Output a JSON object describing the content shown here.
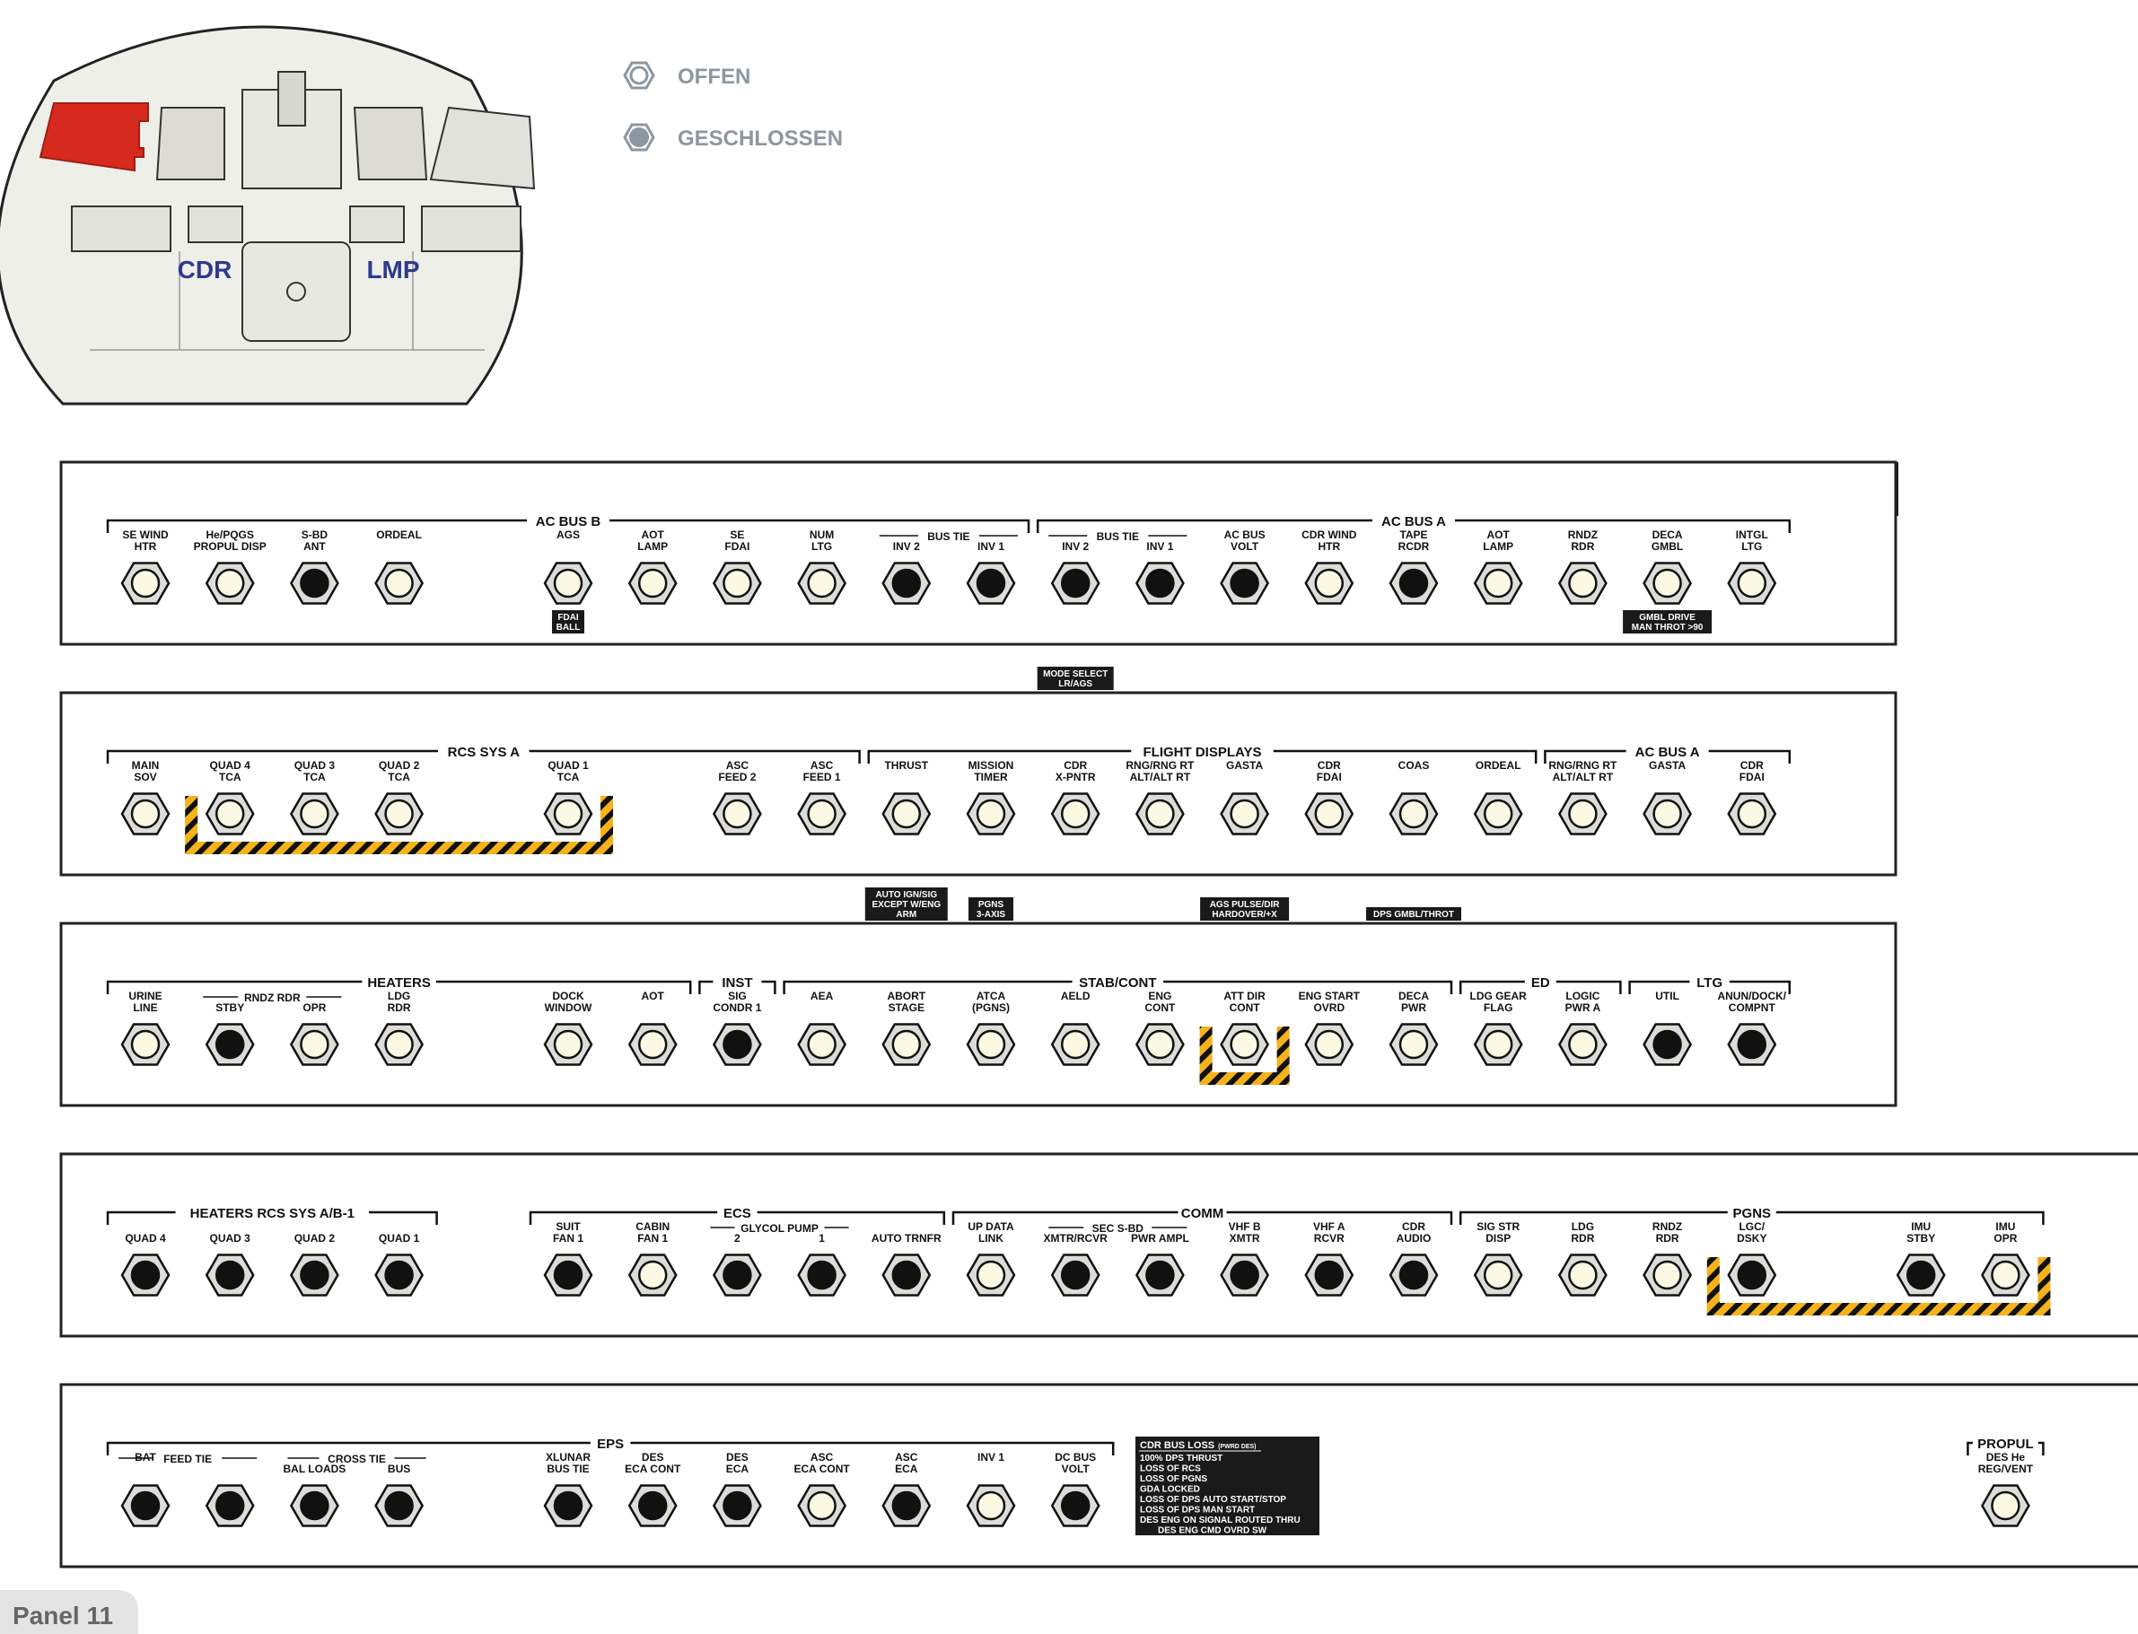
{
  "legend": {
    "open": "OFFEN",
    "closed": "GESCHLOSSEN"
  },
  "cockpit": {
    "cdr": "CDR",
    "lmp": "LMP"
  },
  "panel_number": "11",
  "panel_tag": "Panel 11",
  "rows": [
    {
      "groups": [
        {
          "label": "AC BUS B",
          "from": 0,
          "to": 10
        },
        {
          "label": "AC BUS A",
          "from": 11,
          "to": 19
        }
      ],
      "subgroups": [
        {
          "label": "BUS TIE",
          "from": 9,
          "to": 10
        },
        {
          "label": "BUS TIE",
          "from": 11,
          "to": 12
        }
      ],
      "breakers": [
        {
          "col": 0,
          "l1": "SE WIND",
          "l2": "HTR",
          "state": "open"
        },
        {
          "col": 1,
          "l1": "He/PQGS",
          "l2": "PROPUL DISP",
          "state": "open"
        },
        {
          "col": 2,
          "l1": "S-BD",
          "l2": "ANT",
          "state": "closed"
        },
        {
          "col": 3,
          "l1": "ORDEAL",
          "l2": "",
          "state": "open"
        },
        {
          "col": 5,
          "l1": "AGS",
          "l2": "",
          "state": "open"
        },
        {
          "col": 6,
          "l1": "AOT",
          "l2": "LAMP",
          "state": "open"
        },
        {
          "col": 7,
          "l1": "SE",
          "l2": "FDAI",
          "state": "open"
        },
        {
          "col": 8,
          "l1": "NUM",
          "l2": "LTG",
          "state": "open"
        },
        {
          "col": 9,
          "l1": "",
          "l2": "INV 2",
          "state": "closed"
        },
        {
          "col": 10,
          "l1": "",
          "l2": "INV 1",
          "state": "closed"
        },
        {
          "col": 11,
          "l1": "",
          "l2": "INV 2",
          "state": "closed"
        },
        {
          "col": 12,
          "l1": "",
          "l2": "INV 1",
          "state": "closed"
        },
        {
          "col": 13,
          "l1": "AC BUS",
          "l2": "VOLT",
          "state": "closed"
        },
        {
          "col": 14,
          "l1": "CDR WIND",
          "l2": "HTR",
          "state": "open"
        },
        {
          "col": 15,
          "l1": "TAPE",
          "l2": "RCDR",
          "state": "closed"
        },
        {
          "col": 16,
          "l1": "AOT",
          "l2": "LAMP",
          "state": "open"
        },
        {
          "col": 17,
          "l1": "RNDZ",
          "l2": "RDR",
          "state": "open"
        },
        {
          "col": 18,
          "l1": "DECA",
          "l2": "GMBL",
          "state": "open"
        },
        {
          "col": 19,
          "l1": "INTGL",
          "l2": "LTG",
          "state": "open"
        }
      ],
      "notes": [
        {
          "col": 5,
          "pos": "below",
          "lines": [
            "FDAI",
            "BALL"
          ]
        },
        {
          "col": 18,
          "pos": "below",
          "lines": [
            "GMBL DRIVE",
            "MAN THROT >90"
          ]
        }
      ],
      "hazards": []
    },
    {
      "groups": [
        {
          "label": "RCS SYS A",
          "from": 0,
          "to": 8
        },
        {
          "label": "FLIGHT DISPLAYS",
          "from": 9,
          "to": 16
        },
        {
          "label": "AC BUS A",
          "from": 17,
          "to": 19
        }
      ],
      "subgroups": [],
      "breakers": [
        {
          "col": 0,
          "l1": "MAIN",
          "l2": "SOV",
          "state": "open"
        },
        {
          "col": 1,
          "l1": "QUAD 4",
          "l2": "TCA",
          "state": "open"
        },
        {
          "col": 2,
          "l1": "QUAD 3",
          "l2": "TCA",
          "state": "open"
        },
        {
          "col": 3,
          "l1": "QUAD 2",
          "l2": "TCA",
          "state": "open"
        },
        {
          "col": 5,
          "l1": "QUAD 1",
          "l2": "TCA",
          "state": "open"
        },
        {
          "col": 7,
          "l1": "ASC",
          "l2": "FEED 2",
          "state": "open"
        },
        {
          "col": 8,
          "l1": "ASC",
          "l2": "FEED 1",
          "state": "open"
        },
        {
          "col": 9,
          "l1": "THRUST",
          "l2": "",
          "state": "open"
        },
        {
          "col": 10,
          "l1": "MISSION",
          "l2": "TIMER",
          "state": "open"
        },
        {
          "col": 11,
          "l1": "CDR",
          "l2": "X-PNTR",
          "state": "open"
        },
        {
          "col": 12,
          "l1": "RNG/RNG RT",
          "l2": "ALT/ALT RT",
          "state": "open"
        },
        {
          "col": 13,
          "l1": "GASTA",
          "l2": "",
          "state": "open"
        },
        {
          "col": 14,
          "l1": "CDR",
          "l2": "FDAI",
          "state": "open"
        },
        {
          "col": 15,
          "l1": "COAS",
          "l2": "",
          "state": "open"
        },
        {
          "col": 16,
          "l1": "ORDEAL",
          "l2": "",
          "state": "open"
        },
        {
          "col": 17,
          "l1": "RNG/RNG RT",
          "l2": "ALT/ALT RT",
          "state": "open"
        },
        {
          "col": 18,
          "l1": "GASTA",
          "l2": "",
          "state": "open"
        },
        {
          "col": 19,
          "l1": "CDR",
          "l2": "FDAI",
          "state": "open"
        }
      ],
      "notes": [
        {
          "col": 11,
          "pos": "above",
          "lines": [
            "MODE SELECT",
            "LR/AGS"
          ]
        }
      ],
      "hazards": [
        {
          "from": 1,
          "to": 5
        }
      ]
    },
    {
      "groups": [
        {
          "label": "HEATERS",
          "from": 0,
          "to": 6
        },
        {
          "label": "INST",
          "from": 7,
          "to": 7
        },
        {
          "label": "STAB/CONT",
          "from": 8,
          "to": 15
        },
        {
          "label": "ED",
          "from": 16,
          "to": 17
        },
        {
          "label": "LTG",
          "from": 18,
          "to": 19
        }
      ],
      "subgroups": [
        {
          "label": "RNDZ RDR",
          "from": 1,
          "to": 2
        }
      ],
      "breakers": [
        {
          "col": 0,
          "l1": "URINE",
          "l2": "LINE",
          "state": "open"
        },
        {
          "col": 1,
          "l1": "",
          "l2": "STBY",
          "state": "closed"
        },
        {
          "col": 2,
          "l1": "",
          "l2": "OPR",
          "state": "open"
        },
        {
          "col": 3,
          "l1": "LDG",
          "l2": "RDR",
          "state": "open"
        },
        {
          "col": 5,
          "l1": "DOCK",
          "l2": "WINDOW",
          "state": "open"
        },
        {
          "col": 6,
          "l1": "AOT",
          "l2": "",
          "state": "open"
        },
        {
          "col": 7,
          "l1": "SIG",
          "l2": "CONDR 1",
          "state": "closed"
        },
        {
          "col": 8,
          "l1": "AEA",
          "l2": "",
          "state": "open"
        },
        {
          "col": 9,
          "l1": "ABORT",
          "l2": "STAGE",
          "state": "open"
        },
        {
          "col": 10,
          "l1": "ATCA",
          "l2": "(PGNS)",
          "state": "open"
        },
        {
          "col": 11,
          "l1": "AELD",
          "l2": "",
          "state": "open"
        },
        {
          "col": 12,
          "l1": "ENG",
          "l2": "CONT",
          "state": "open"
        },
        {
          "col": 13,
          "l1": "ATT DIR",
          "l2": "CONT",
          "state": "open"
        },
        {
          "col": 14,
          "l1": "ENG START",
          "l2": "OVRD",
          "state": "open"
        },
        {
          "col": 15,
          "l1": "DECA",
          "l2": "PWR",
          "state": "open"
        },
        {
          "col": 16,
          "l1": "LDG GEAR",
          "l2": "FLAG",
          "state": "open"
        },
        {
          "col": 17,
          "l1": "LOGIC",
          "l2": "PWR A",
          "state": "open"
        },
        {
          "col": 18,
          "l1": "UTIL",
          "l2": "",
          "state": "closed"
        },
        {
          "col": 19,
          "l1": "ANUN/DOCK/",
          "l2": "COMPNT",
          "state": "closed"
        }
      ],
      "notes": [
        {
          "col": 9,
          "pos": "above3",
          "lines": [
            "AUTO IGN/SIG",
            "EXCEPT W/ENG",
            "ARM"
          ]
        },
        {
          "col": 10,
          "pos": "above",
          "lines": [
            "PGNS",
            "3-AXIS"
          ]
        },
        {
          "col": 13,
          "pos": "above",
          "lines": [
            "AGS PULSE/DIR",
            "HARDOVER/+X"
          ]
        },
        {
          "col": 15,
          "pos": "above1",
          "lines": [
            "DPS GMBL/THROT"
          ]
        }
      ],
      "hazards": [
        {
          "from": 13,
          "to": 13
        }
      ]
    },
    {
      "groups": [
        {
          "label": "HEATERS RCS SYS A/B-1",
          "from": 0,
          "to": 3
        },
        {
          "label": "ECS",
          "from": 5,
          "to": 9
        },
        {
          "label": "COMM",
          "from": 10,
          "to": 15
        },
        {
          "label": "PGNS",
          "from": 16,
          "to": 22
        }
      ],
      "subgroups": [
        {
          "label": "GLYCOL PUMP",
          "from": 7,
          "to": 8
        },
        {
          "label": "SEC S-BD",
          "from": 11,
          "to": 12
        }
      ],
      "breakers": [
        {
          "col": 0,
          "l1": "",
          "l2": "QUAD 4",
          "state": "closed"
        },
        {
          "col": 1,
          "l1": "",
          "l2": "QUAD 3",
          "state": "closed"
        },
        {
          "col": 2,
          "l1": "",
          "l2": "QUAD 2",
          "state": "closed"
        },
        {
          "col": 3,
          "l1": "",
          "l2": "QUAD 1",
          "state": "closed"
        },
        {
          "col": 5,
          "l1": "SUIT",
          "l2": "FAN 1",
          "state": "closed"
        },
        {
          "col": 6,
          "l1": "CABIN",
          "l2": "FAN 1",
          "state": "open"
        },
        {
          "col": 7,
          "l1": "",
          "l2": "2",
          "state": "closed"
        },
        {
          "col": 8,
          "l1": "",
          "l2": "1",
          "state": "closed"
        },
        {
          "col": 9,
          "l1": "",
          "l2": "AUTO TRNFR",
          "state": "closed"
        },
        {
          "col": 10,
          "l1": "UP DATA",
          "l2": "LINK",
          "state": "open"
        },
        {
          "col": 11,
          "l1": "",
          "l2": "XMTR/RCVR",
          "state": "closed"
        },
        {
          "col": 12,
          "l1": "",
          "l2": "PWR AMPL",
          "state": "closed"
        },
        {
          "col": 13,
          "l1": "VHF B",
          "l2": "XMTR",
          "state": "closed"
        },
        {
          "col": 14,
          "l1": "VHF A",
          "l2": "RCVR",
          "state": "closed"
        },
        {
          "col": 15,
          "l1": "CDR",
          "l2": "AUDIO",
          "state": "closed"
        },
        {
          "col": 16,
          "l1": "SIG STR",
          "l2": "DISP",
          "state": "open"
        },
        {
          "col": 17,
          "l1": "LDG",
          "l2": "RDR",
          "state": "open"
        },
        {
          "col": 18,
          "l1": "RNDZ",
          "l2": "RDR",
          "state": "open"
        },
        {
          "col": 19,
          "l1": "LGC/",
          "l2": "DSKY",
          "state": "closed"
        },
        {
          "col": 21,
          "l1": "IMU",
          "l2": "STBY",
          "state": "closed"
        },
        {
          "col": 22,
          "l1": "IMU",
          "l2": "OPR",
          "state": "open"
        }
      ],
      "notes": [],
      "hazards": [
        {
          "from": 19,
          "to": 22
        }
      ]
    },
    {
      "groups": [
        {
          "label": "EPS",
          "from": 0,
          "to": 11
        },
        {
          "label": "PROPUL",
          "from": 22,
          "to": 22
        }
      ],
      "subgroups": [
        {
          "label": "FEED TIE",
          "from": 0,
          "to": 1
        },
        {
          "label": "CROSS TIE",
          "from": 2,
          "to": 3
        }
      ],
      "breakers": [
        {
          "col": 0,
          "l1": "BAT",
          "l2": "",
          "state": "closed"
        },
        {
          "col": 1,
          "l1": "",
          "l2": "",
          "state": "closed"
        },
        {
          "col": 2,
          "l1": "",
          "l2": "BAL LOADS",
          "state": "closed"
        },
        {
          "col": 3,
          "l1": "",
          "l2": "BUS",
          "state": "closed"
        },
        {
          "col": 5,
          "l1": "XLUNAR",
          "l2": "BUS TIE",
          "state": "closed"
        },
        {
          "col": 6,
          "l1": "DES",
          "l2": "ECA CONT",
          "state": "closed"
        },
        {
          "col": 7,
          "l1": "DES",
          "l2": "ECA",
          "state": "closed"
        },
        {
          "col": 8,
          "l1": "ASC",
          "l2": "ECA CONT",
          "state": "open"
        },
        {
          "col": 9,
          "l1": "ASC",
          "l2": "ECA",
          "state": "closed"
        },
        {
          "col": 10,
          "l1": "INV 1",
          "l2": "",
          "state": "open"
        },
        {
          "col": 11,
          "l1": "DC BUS",
          "l2": "VOLT",
          "state": "closed"
        },
        {
          "col": 22,
          "l1": "DES He",
          "l2": "REG/VENT",
          "state": "open"
        }
      ],
      "notes": [],
      "hazards": [],
      "box": {
        "title": "CDR BUS LOSS",
        "title_small": "(PWRD DES)",
        "lines": [
          "100% DPS THRUST",
          "LOSS OF RCS",
          "LOSS OF PGNS",
          "GDA LOCKED",
          "LOSS OF DPS AUTO START/STOP",
          "LOSS OF DPS MAN START",
          "DES ENG ON SIGNAL ROUTED THRU",
          "DES ENG CMD OVRD SW"
        ]
      }
    }
  ],
  "colors": {
    "open_fill": "#fbf8e4",
    "closed_fill": "#111111",
    "hex_fill": "#dcdcd8",
    "hazard_yellow": "#f5b21a",
    "highlight_red": "#d62a1e",
    "legend_gray": "#8c97a1",
    "crew_blue": "#2e3a8c"
  }
}
